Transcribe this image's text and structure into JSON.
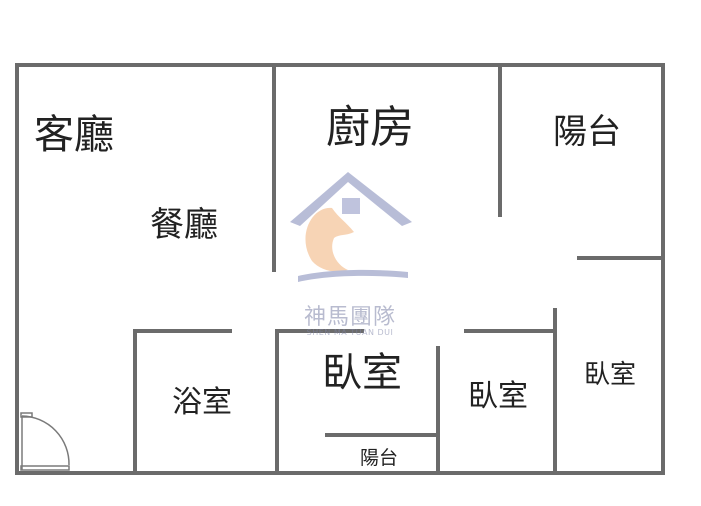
{
  "rooms": {
    "living_room": "客廳",
    "dining_room": "餐廳",
    "kitchen": "廚房",
    "balcony_top": "陽台",
    "bathroom": "浴室",
    "bedroom_center": "臥室",
    "balcony_bottom": "陽台",
    "bedroom_small": "臥室",
    "bedroom_right": "臥室"
  },
  "watermark": {
    "brand_cn": "神馬團隊",
    "brand_en": "SHEN MA TUAN DUI",
    "icon": "house-horse-logo"
  },
  "colors": {
    "wall": "#6b6b6b",
    "watermark_roof": "#7f88b8",
    "watermark_horse": "#f2b27a"
  }
}
